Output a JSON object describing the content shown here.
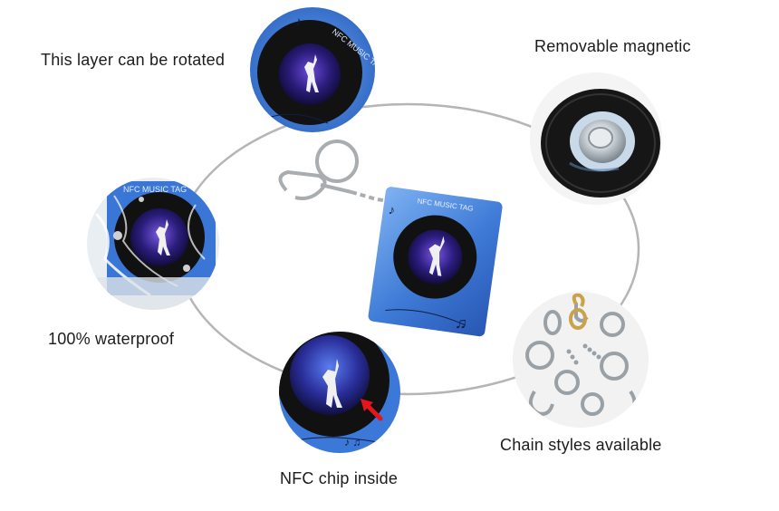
{
  "features": {
    "rotated": "This layer can be rotated",
    "magnetic": "Removable magnetic",
    "waterproof": "100% waterproof",
    "chains": "Chain styles available",
    "nfc": "NFC chip inside"
  },
  "product": {
    "tag_text": "NFC MUSIC TAG"
  },
  "colors": {
    "tag_blue": "#3f7fd9",
    "disc_black": "#111111",
    "ring_line": "#b5b5b5",
    "arrow_red": "#e2161c"
  },
  "icons": [
    "music-note-icon",
    "keyring-icon",
    "red-arrow-icon",
    "treble-clef-icon"
  ]
}
